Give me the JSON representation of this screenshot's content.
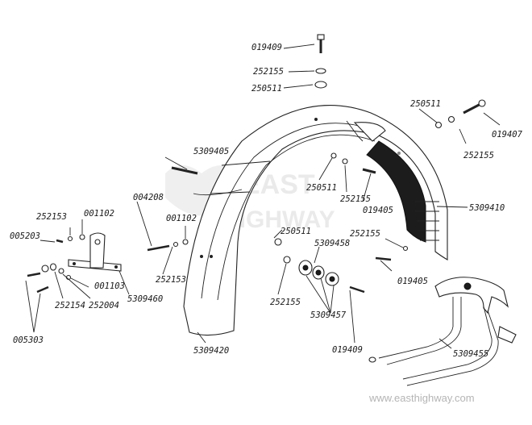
{
  "labels": {
    "l019409_top": "019409",
    "l252155_top": "252155",
    "l250511_top": "250511",
    "l250511_right": "250511",
    "l019407": "019407",
    "l252155_right": "252155",
    "l5309405": "5309405",
    "l250511_inner": "250511",
    "l252155_inner": "252155",
    "l019405_inner": "019405",
    "l5309410": "5309410",
    "l004208": "004208",
    "l001102_mid": "001102",
    "l252153_mid": "252153",
    "l252153_left": "252153",
    "l001102_left": "001102",
    "l005203": "005203",
    "l250511_low": "250511",
    "l5309458": "5309458",
    "l252155_low": "252155",
    "l019405_low": "019405",
    "l252155_low2": "252155",
    "l5309457": "5309457",
    "l001103": "001103",
    "l252154": "252154",
    "l252004": "252004",
    "l5309460": "5309460",
    "l005303": "005303",
    "l5309420": "5309420",
    "l019409_low": "019409",
    "l5309455": "5309455"
  },
  "watermark": {
    "line1": "EAST",
    "line2": "HIGHWAY",
    "url": "www.easthighway.com"
  }
}
